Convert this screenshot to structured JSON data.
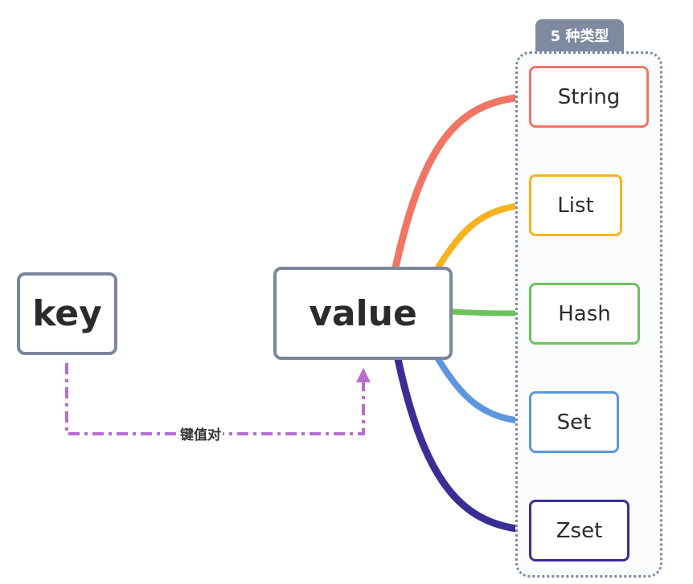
{
  "nodes": {
    "key": "key",
    "value": "value"
  },
  "group": {
    "label": "5 种类型"
  },
  "types": [
    {
      "label": "String",
      "color": "#f07565"
    },
    {
      "label": "List",
      "color": "#f7b21e"
    },
    {
      "label": "Hash",
      "color": "#6cc35b"
    },
    {
      "label": "Set",
      "color": "#5b96de"
    },
    {
      "label": "Zset",
      "color": "#3a2e94"
    }
  ],
  "relation": {
    "label": "键值对",
    "color": "#b86dd0"
  }
}
